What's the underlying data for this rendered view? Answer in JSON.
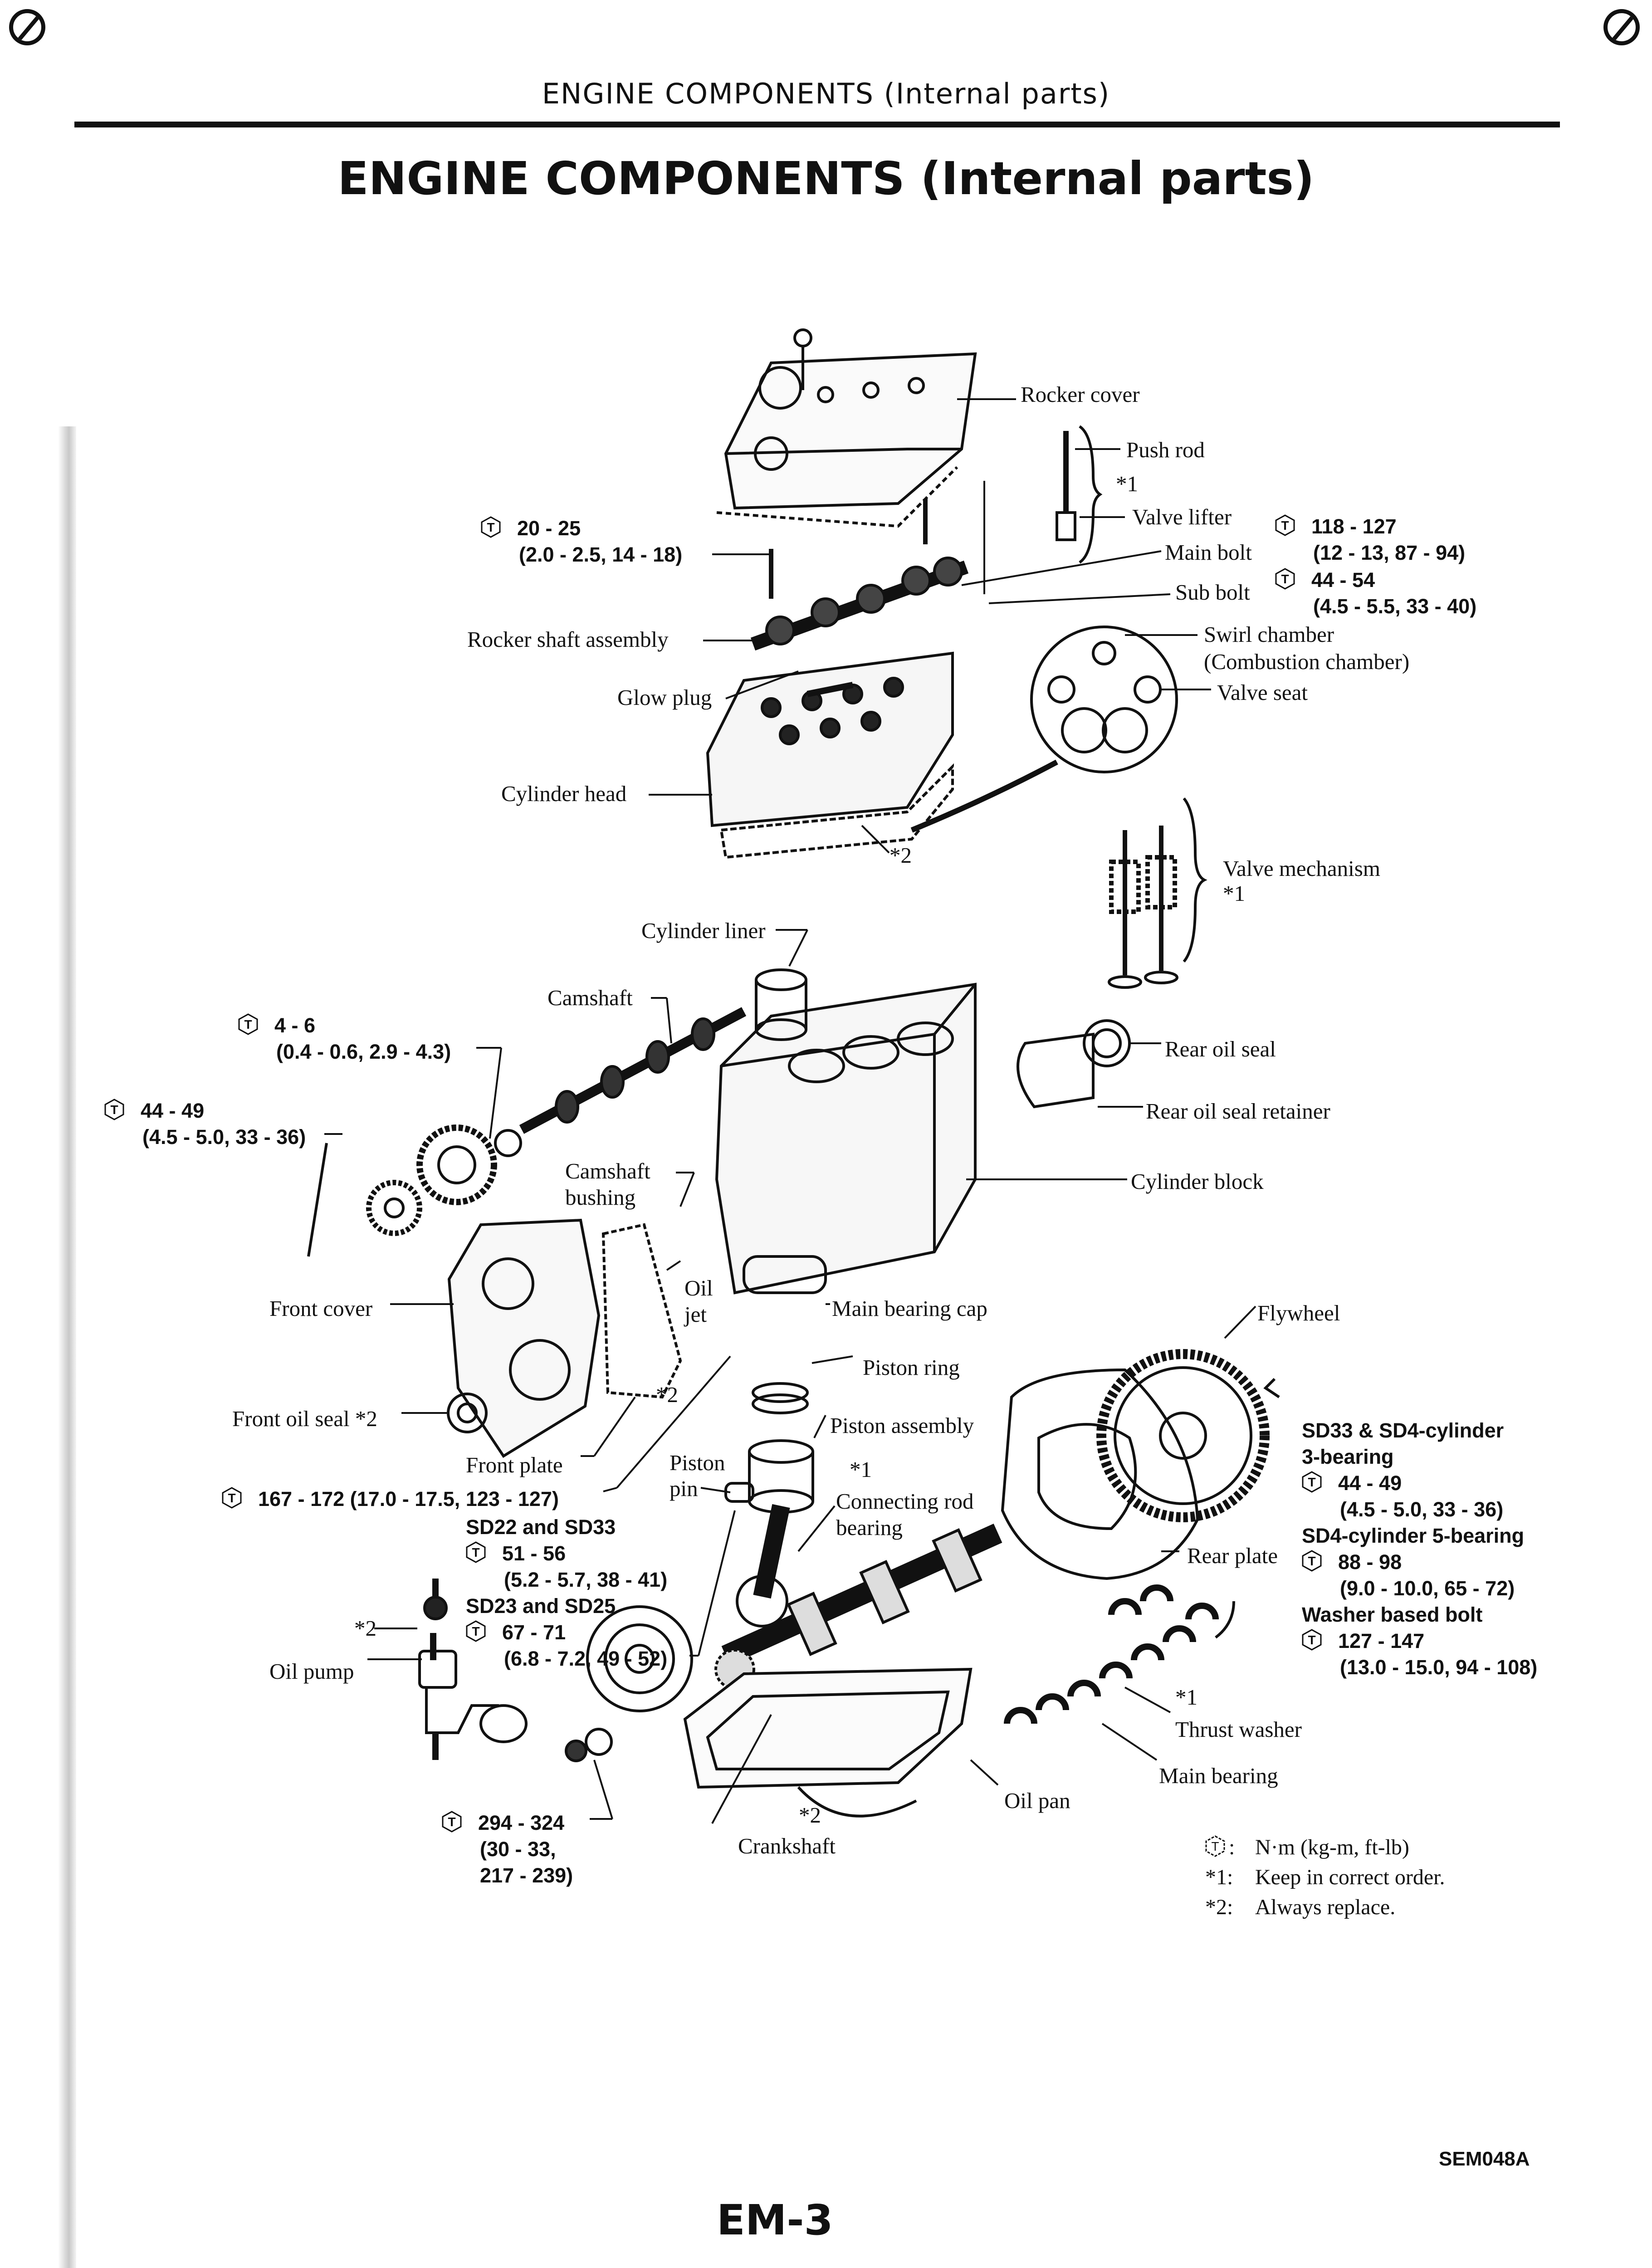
{
  "header": {
    "running_title": "ENGINE COMPONENTS (Internal parts)"
  },
  "title": "ENGINE COMPONENTS (Internal parts)",
  "labels": {
    "rocker_cover": "Rocker cover",
    "push_rod": "Push rod",
    "push_rod_note": "*1",
    "valve_lifter": "Valve lifter",
    "main_bolt": "Main bolt",
    "sub_bolt": "Sub bolt",
    "swirl_chamber": "Swirl chamber",
    "combustion_chamber": "(Combustion chamber)",
    "valve_seat": "Valve seat",
    "rocker_shaft_assembly": "Rocker shaft assembly",
    "glow_plug": "Glow plug",
    "cylinder_head": "Cylinder head",
    "head_gasket_note": "*2",
    "valve_mechanism": "Valve mechanism",
    "valve_mechanism_note": "*1",
    "cylinder_liner": "Cylinder liner",
    "camshaft": "Camshaft",
    "rear_oil_seal": "Rear oil seal",
    "rear_oil_seal_retainer": "Rear oil seal retainer",
    "cylinder_block": "Cylinder block",
    "camshaft_bushing_1": "Camshaft",
    "camshaft_bushing_2": "bushing",
    "oil_jet_1": "Oil",
    "oil_jet_2": "jet",
    "main_bearing_cap": "Main bearing cap",
    "front_cover": "Front cover",
    "flywheel": "Flywheel",
    "piston_ring": "Piston ring",
    "front_cover_gasket_note": "*2",
    "front_oil_seal": "Front oil seal *2",
    "piston_assembly": "Piston assembly",
    "piston_note": "*1",
    "front_plate": "Front plate",
    "piston_pin_1": "Piston",
    "piston_pin_2": "pin",
    "connecting_rod_bearing_1": "Connecting rod",
    "connecting_rod_bearing_2": "bearing",
    "rear_plate": "Rear plate",
    "oil_pump_gasket_note": "*2",
    "oil_pump": "Oil pump",
    "thrust_washer_note": "*1",
    "thrust_washer": "Thrust washer",
    "main_bearing": "Main bearing",
    "oil_pan": "Oil pan",
    "crankshaft_note": "*2",
    "crankshaft": "Crankshaft"
  },
  "torque": {
    "rocker_shaft": {
      "nm": "20 - 25",
      "alt": "(2.0 - 2.5, 14 - 18)"
    },
    "main_bolt": {
      "nm": "118 - 127",
      "alt": "(12 - 13, 87 - 94)"
    },
    "sub_bolt": {
      "nm": "44 - 54",
      "alt": "(4.5 - 5.5, 33 - 40)"
    },
    "camshaft_plate": {
      "nm": "4 - 6",
      "alt": "(0.4 - 0.6, 2.9 - 4.3)"
    },
    "camshaft_gear": {
      "nm": "44 - 49",
      "alt": "(4.5 - 5.0, 33 - 36)"
    },
    "front_plate": {
      "text": "167 - 172 (17.0 - 17.5, 123 - 127)"
    },
    "flywheel": {
      "variant_1": "SD33 & SD4-cylinder",
      "variant_1b": "3-bearing",
      "v1_nm": "44 - 49",
      "v1_alt": "(4.5 - 5.0, 33 - 36)",
      "variant_2": "SD4-cylinder 5-bearing",
      "v2_nm": "88 - 98",
      "v2_alt": "(9.0 - 10.0, 65 - 72)",
      "variant_3": "Washer based bolt",
      "v3_nm": "127 - 147",
      "v3_alt": "(13.0 - 15.0, 94 - 108)"
    },
    "oil_pump": {
      "variant_1": "SD22 and SD33",
      "v1_nm": "51 - 56",
      "v1_alt": "(5.2 - 5.7, 38 - 41)",
      "variant_2": "SD23 and SD25",
      "v2_nm": "67 - 71",
      "v2_alt": "(6.8 - 7.2, 49 - 52)"
    },
    "crank_pulley": {
      "nm": "294 - 324",
      "alt1": "(30 - 33,",
      "alt2": "217 - 239)"
    }
  },
  "legend": [
    {
      "key": ":",
      "text": "N·m (kg-m, ft-lb)",
      "icon": "torque-hexagon-T"
    },
    {
      "key": "*1:",
      "text": "Keep in correct order."
    },
    {
      "key": "*2:",
      "text": "Always replace."
    }
  ],
  "figure_code": "SEM048A",
  "page_number": "EM-3",
  "corner_icons": [
    "prohibited-circle-icon",
    "prohibited-circle-icon"
  ]
}
